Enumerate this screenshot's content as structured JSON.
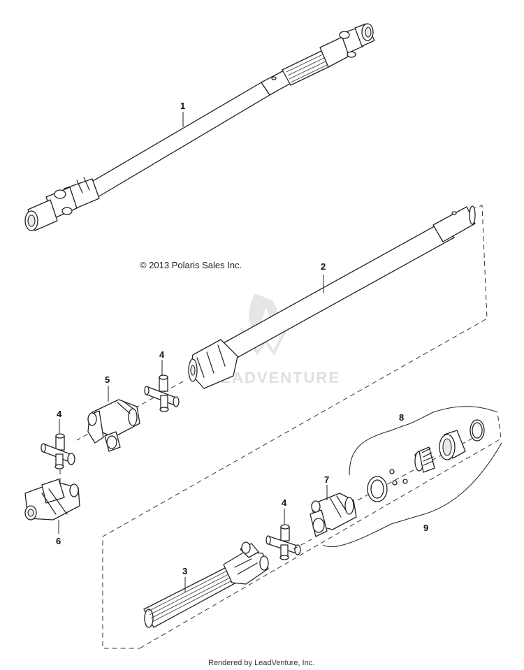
{
  "copyright": "© 2013 Polaris Sales Inc.",
  "footer": "Rendered by LeadVenture, Inc.",
  "watermark": "LEADVENTURE",
  "callouts": [
    "1",
    "2",
    "3",
    "4",
    "4",
    "4",
    "5",
    "6",
    "7",
    "8",
    "9"
  ]
}
